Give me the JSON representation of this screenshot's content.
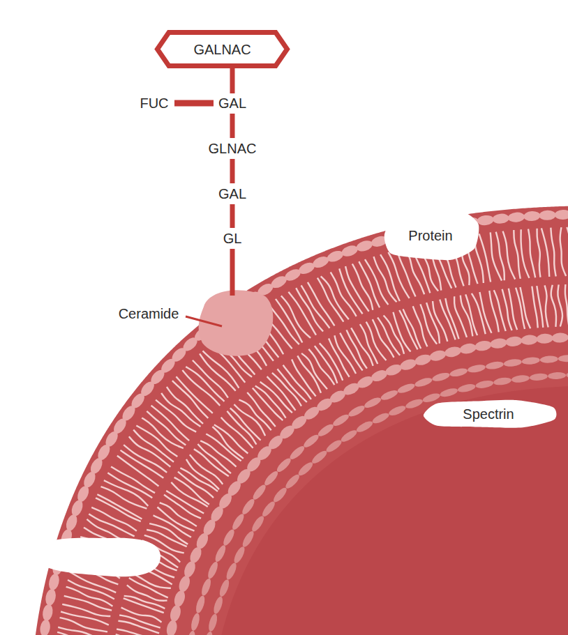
{
  "diagram": {
    "nodes": [
      {
        "text": [
          "GALNAC"
        ]
      },
      {
        "text": [
          "Protein"
        ]
      },
      {
        "text": [
          "Spectrin"
        ]
      }
    ],
    "labels": [
      "FUC",
      "GAL",
      "GLNAC",
      "GAL",
      "GL",
      "Ceramide"
    ]
  }
}
